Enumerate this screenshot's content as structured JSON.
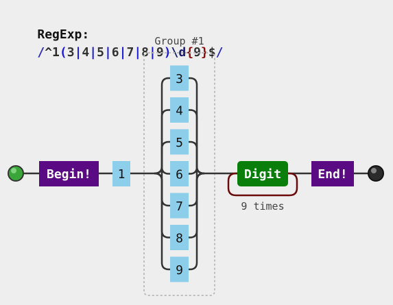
{
  "header": {
    "label": "RegExp: ",
    "tokens": [
      {
        "text": "/",
        "color": "#2b2bb8"
      },
      {
        "text": "^1",
        "color": "#2b2b2b"
      },
      {
        "text": "(",
        "color": "#1a1ad6"
      },
      {
        "text": "3",
        "color": "#333333"
      },
      {
        "text": "|",
        "color": "#1a1ad6"
      },
      {
        "text": "4",
        "color": "#333333"
      },
      {
        "text": "|",
        "color": "#1a1ad6"
      },
      {
        "text": "5",
        "color": "#333333"
      },
      {
        "text": "|",
        "color": "#1a1ad6"
      },
      {
        "text": "6",
        "color": "#333333"
      },
      {
        "text": "|",
        "color": "#1a1ad6"
      },
      {
        "text": "7",
        "color": "#333333"
      },
      {
        "text": "|",
        "color": "#1a1ad6"
      },
      {
        "text": "8",
        "color": "#333333"
      },
      {
        "text": "|",
        "color": "#1a1ad6"
      },
      {
        "text": "9",
        "color": "#333333"
      },
      {
        "text": ")",
        "color": "#1a1ad6"
      },
      {
        "text": "\\d",
        "color": "#1a1a70"
      },
      {
        "text": "{",
        "color": "#8a0a0a"
      },
      {
        "text": "9",
        "color": "#333333"
      },
      {
        "text": "}",
        "color": "#8a0a0a"
      },
      {
        "text": "$",
        "color": "#2b2b2b"
      },
      {
        "text": "/",
        "color": "#2b2bb8"
      }
    ]
  },
  "diagram": {
    "begin": "Begin!",
    "literal": "1",
    "group": {
      "label": "Group #1",
      "options": [
        "3",
        "4",
        "5",
        "6",
        "7",
        "8",
        "9"
      ]
    },
    "digit": "Digit",
    "repeat_label": "9 times",
    "end": "End!"
  },
  "colors": {
    "background": "#eeeeee",
    "anchor": "#5a0a82",
    "literal": "#8dcfea",
    "char_class": "#0a7e0a",
    "repeat": "#6b0a0a",
    "track": "#333333",
    "start_terminal": "#3aa63a",
    "end_terminal": "#2b2b2b"
  }
}
